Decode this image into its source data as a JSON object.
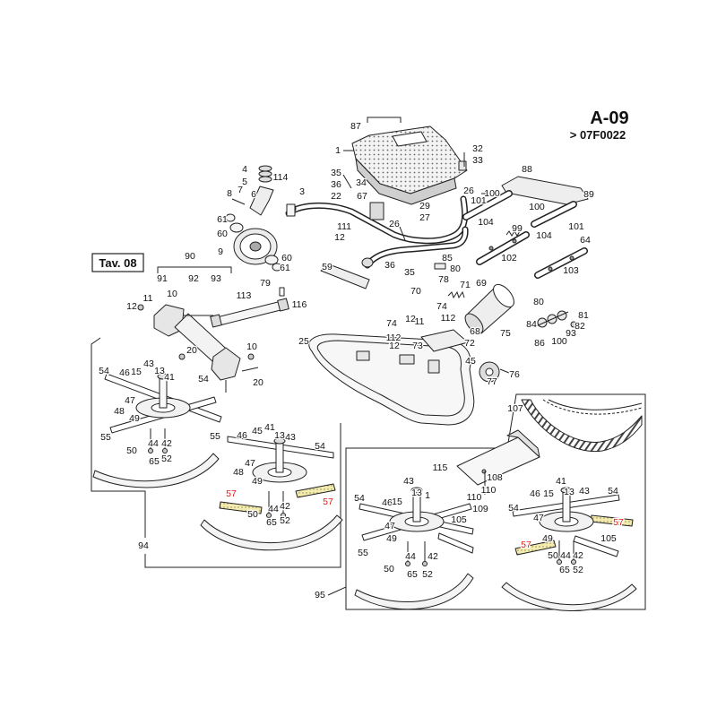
{
  "header": {
    "code": "A-09",
    "serial": "> 07F0022"
  },
  "reference": {
    "label": "Tav. 08"
  },
  "colors": {
    "line": "#222222",
    "highlight": "#e0201b",
    "highlight_part": "#f4ecae"
  },
  "part_labels": [
    "87",
    "1",
    "32",
    "33",
    "4",
    "5",
    "114",
    "35",
    "36",
    "34",
    "26",
    "100",
    "88",
    "89",
    "8",
    "7",
    "6",
    "3",
    "22",
    "67",
    "29",
    "27",
    "101",
    "104",
    "100",
    "101",
    "104",
    "61",
    "60",
    "111",
    "12",
    "26",
    "99",
    "64",
    "9",
    "60",
    "61",
    "36",
    "35",
    "85",
    "80",
    "102",
    "103",
    "90",
    "59",
    "91",
    "92",
    "93",
    "79",
    "78",
    "69",
    "71",
    "70",
    "11",
    "10",
    "113",
    "116",
    "74",
    "80",
    "12",
    "112",
    "12",
    "11",
    "81",
    "74",
    "84",
    "82",
    "25",
    "112",
    "68",
    "86",
    "100",
    "93",
    "12",
    "73",
    "72",
    "75",
    "10",
    "20",
    "45",
    "76",
    "77",
    "20",
    "54",
    "43",
    "15",
    "46",
    "13",
    "41",
    "54",
    "47",
    "48",
    "49",
    "55",
    "50",
    "44",
    "42",
    "65",
    "52",
    "55",
    "107",
    "46",
    "45",
    "41",
    "13",
    "43",
    "54",
    "47",
    "48",
    "49",
    "50",
    "44",
    "42",
    "65",
    "52",
    "94",
    "115",
    "108",
    "110",
    "110",
    "109",
    "43",
    "13",
    "1",
    "54",
    "46",
    "15",
    "105",
    "47",
    "49",
    "55",
    "50",
    "44",
    "42",
    "65",
    "52",
    "95",
    "41",
    "43",
    "46",
    "15",
    "13",
    "54",
    "54",
    "47",
    "49",
    "105",
    "50",
    "44",
    "42",
    "65",
    "52"
  ],
  "highlighted_part_labels": [
    "57",
    "57",
    "57",
    "57"
  ]
}
